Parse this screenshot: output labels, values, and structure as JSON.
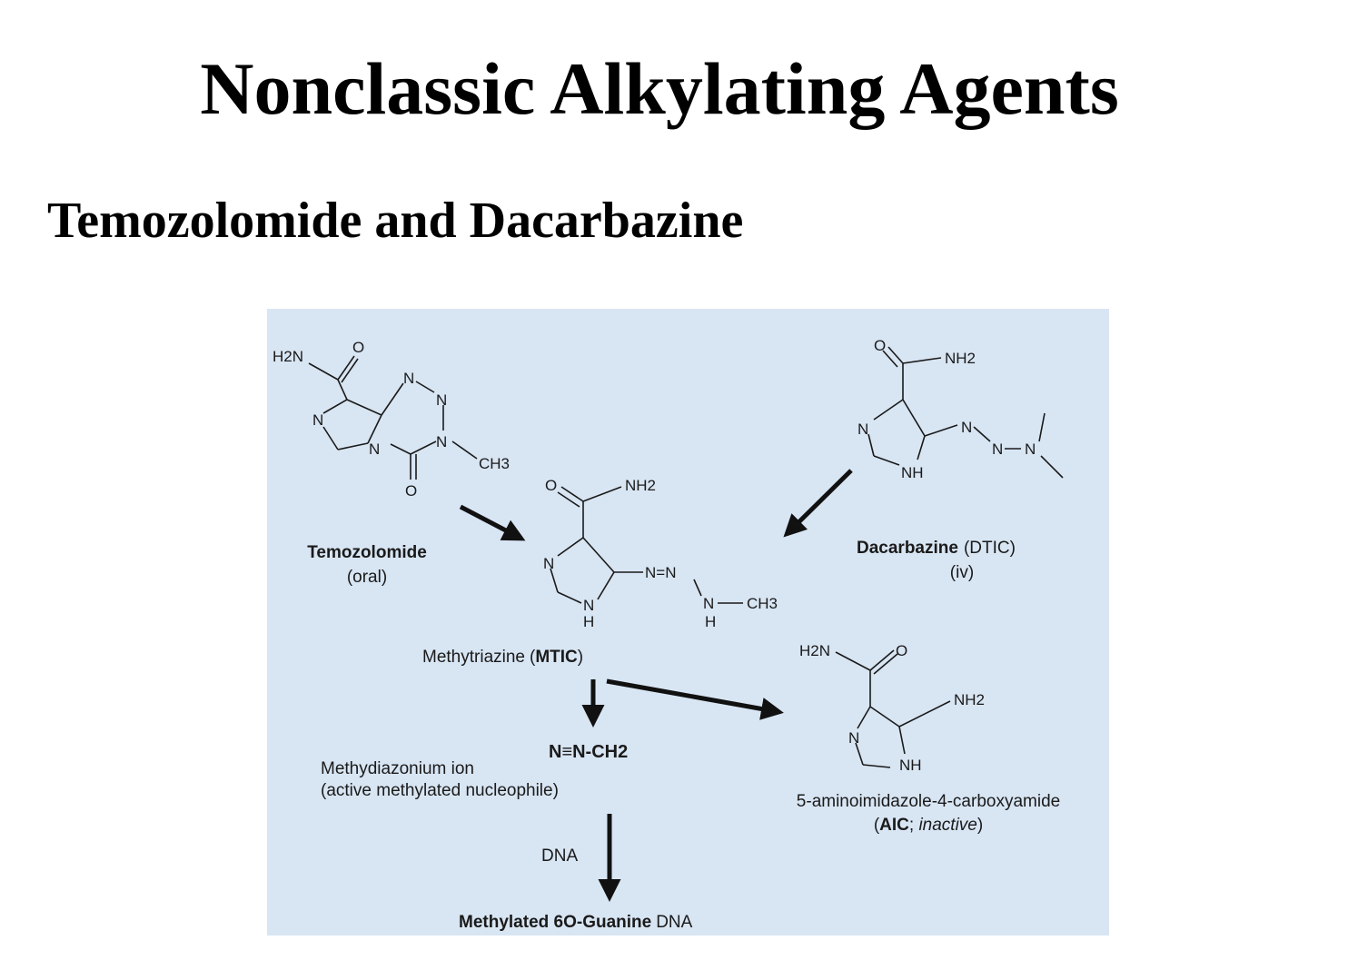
{
  "slide": {
    "title": "Nonclassic Alkylating Agents",
    "subtitle": "Temozolomide and Dacarbazine"
  },
  "diagram": {
    "background_color": "#d8e5f3",
    "temozolomide": {
      "name": "Temozolomide",
      "route": "(oral)",
      "atoms": {
        "amide": "H2N",
        "o_top": "O",
        "n1": "N",
        "n2": "N",
        "n_left": "N",
        "n_bridge": "N",
        "n_right": "N",
        "methyl": "CH3",
        "o_bottom": "O"
      }
    },
    "dacarbazine": {
      "name": "Dacarbazine",
      "abbrev": "(DTIC)",
      "route": "(iv)",
      "atoms": {
        "o": "O",
        "nh2": "NH2",
        "n_ring": "N",
        "nh": "NH",
        "n1": "N",
        "n2": "N",
        "n3": "N"
      }
    },
    "mtic": {
      "name": "Methytriazine",
      "abbrev": "MTIC",
      "atoms": {
        "o": "O",
        "nh2": "NH2",
        "n_ring": "N",
        "nh": "N",
        "h": "H",
        "triazene": "N=N",
        "nh_chain": "N",
        "h_chain": "H",
        "methyl": "CH3"
      }
    },
    "methyldiazonium": {
      "formula": "N≡N-CH2",
      "name": "Methydiazonium ion",
      "description": "(active methylated nucleophile)"
    },
    "dna_step": {
      "label": "DNA"
    },
    "product": {
      "bold": "Methylated 6O-Guanine",
      "plain": "DNA"
    },
    "aic": {
      "name": "5-aminoimidazole-4-carboxyamide",
      "abbrev": "AIC",
      "note": "inactive",
      "atoms": {
        "amide": "H2N",
        "o": "O",
        "nh2": "NH2",
        "n_ring": "N",
        "nh": "NH"
      }
    }
  }
}
